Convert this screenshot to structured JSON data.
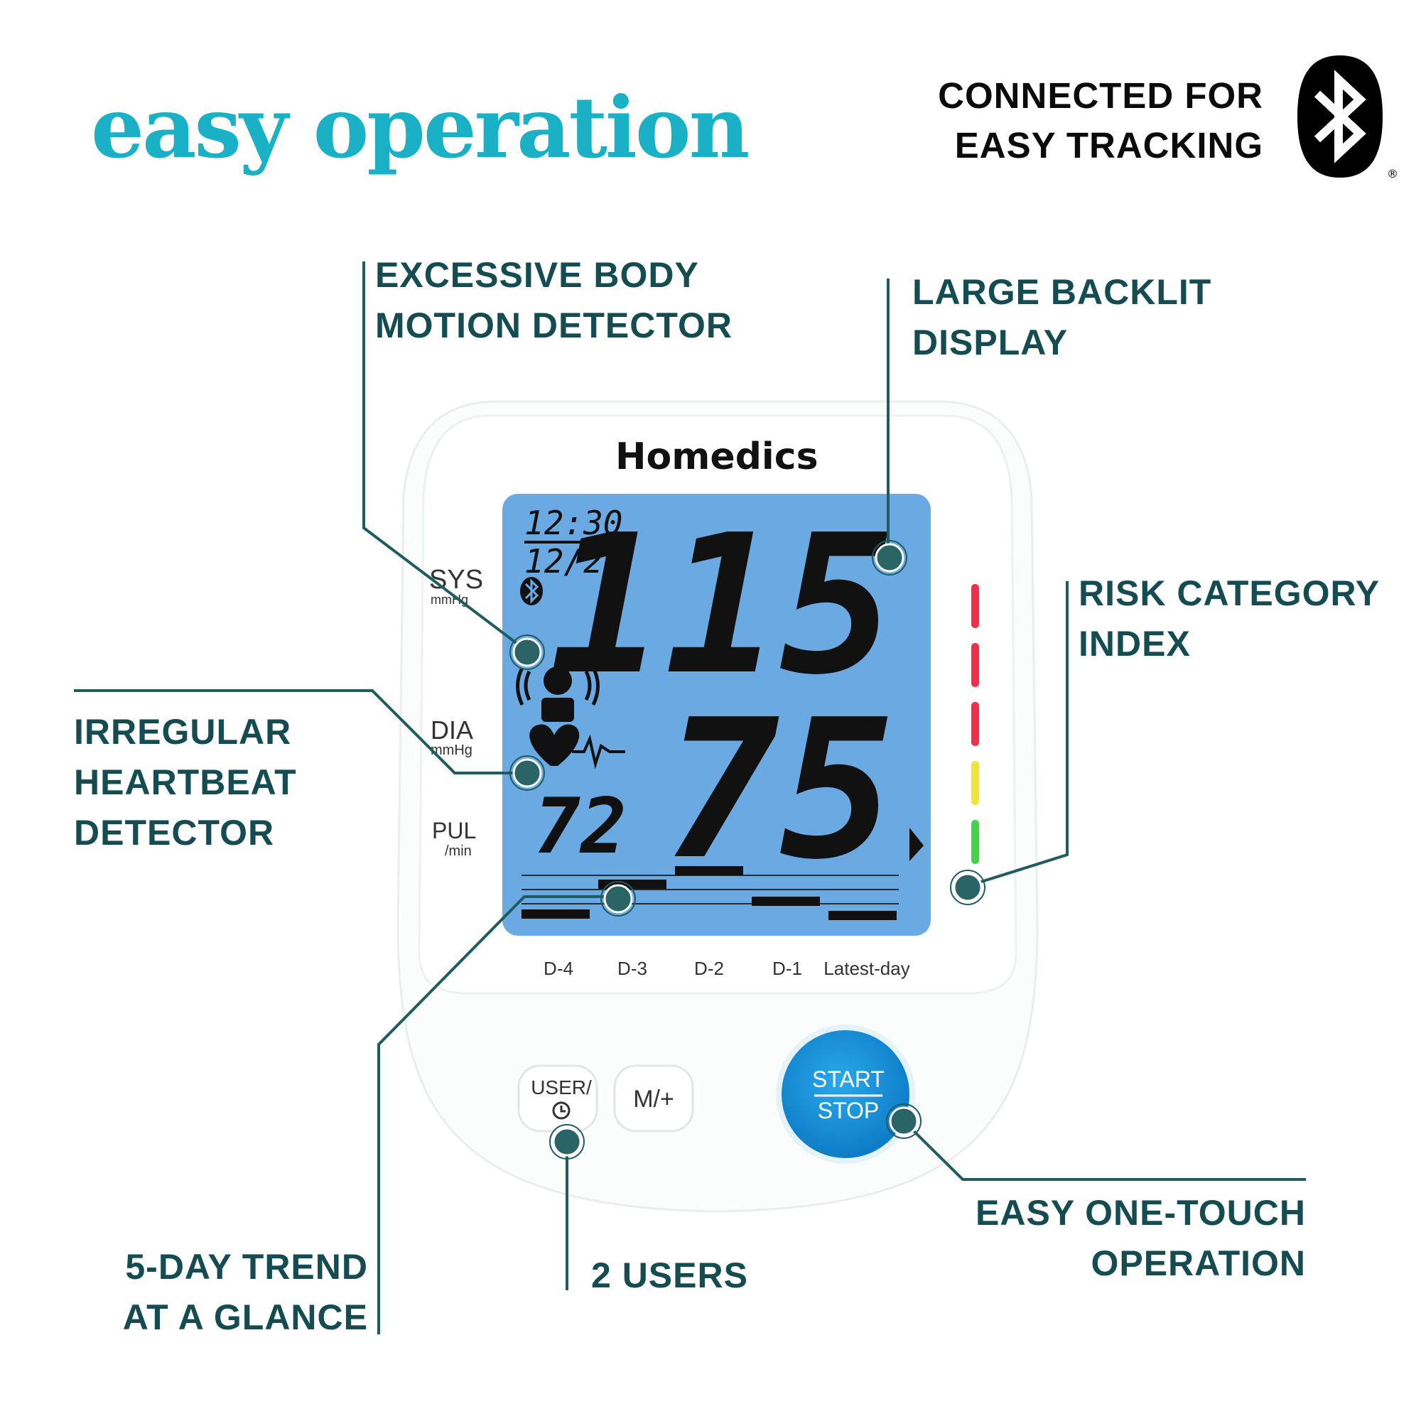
{
  "headline": "easy operation",
  "bluetooth": {
    "line1": "CONNECTED FOR",
    "line2": "EASY TRACKING",
    "icon": "bluetooth-icon",
    "registered": "®"
  },
  "callouts": {
    "motion": {
      "line1": "EXCESSIVE BODY",
      "line2": "MOTION DETECTOR"
    },
    "backlit": {
      "line1": "LARGE BACKLIT",
      "line2": "DISPLAY"
    },
    "risk": {
      "line1": "RISK CATEGORY",
      "line2": "INDEX"
    },
    "heartbeat": {
      "line1": "IRREGULAR",
      "line2": "HEARTBEAT",
      "line3": "DETECTOR"
    },
    "trend": {
      "line1": "5-DAY TREND",
      "line2": "AT A GLANCE"
    },
    "users": {
      "line1": "2 USERS"
    },
    "onetouch": {
      "line1": "EASY ONE-TOUCH",
      "line2": "OPERATION"
    }
  },
  "device": {
    "brand": "Homedics",
    "time": "12:30",
    "date": "12/25",
    "sys_label": "SYS",
    "sys_unit": "mmHg",
    "dia_label": "DIA",
    "dia_unit": "mmHg",
    "pul_label": "PUL",
    "pul_unit": "/min",
    "sys_value": "115",
    "dia_value": "75",
    "pulse_value": "72",
    "trend_days": [
      "D-4",
      "D-3",
      "D-2",
      "D-1",
      "Latest-day"
    ],
    "buttons": {
      "user": "USER/",
      "memory": "M/+",
      "start": "START",
      "stop": "STOP"
    },
    "risk_colors": [
      "#f0304a",
      "#f0304a",
      "#f0304a",
      "#f2e23a",
      "#44d24a"
    ]
  },
  "colors": {
    "accent": "#1ab1c7",
    "callout": "#154c52",
    "lcd": "#6aa9e2",
    "start_button": "#1290d8"
  }
}
